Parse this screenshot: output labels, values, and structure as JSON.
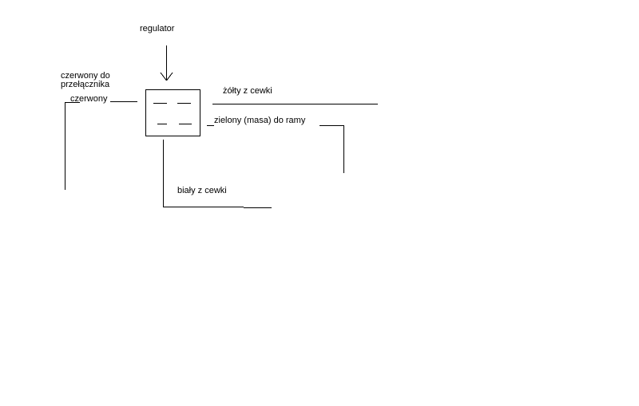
{
  "labels": {
    "regulator": "regulator",
    "red_to_switch_line1": "czerwony do",
    "red_to_switch_line2": "przełącznika",
    "red": "czerwony",
    "yellow_from_coil": "żółty z cewki",
    "green_ground_to_frame": "zielony (masa) do ramy",
    "white_from_coil": "biały z cewki"
  },
  "colors": {
    "background": "#ffffff",
    "ink": "#000000"
  }
}
